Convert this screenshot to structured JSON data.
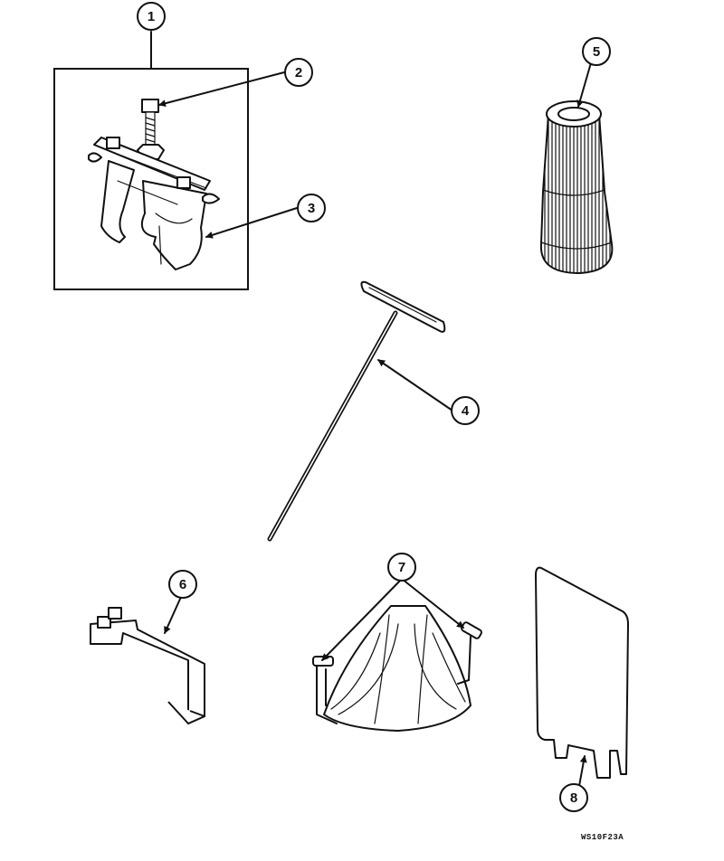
{
  "callouts": [
    {
      "id": "c1",
      "label": "1"
    },
    {
      "id": "c2",
      "label": "2"
    },
    {
      "id": "c3",
      "label": "3"
    },
    {
      "id": "c4",
      "label": "4"
    },
    {
      "id": "c5",
      "label": "5"
    },
    {
      "id": "c6",
      "label": "6"
    },
    {
      "id": "c7",
      "label": "7"
    },
    {
      "id": "c8",
      "label": "8"
    }
  ],
  "reference_code": "WS10F23A"
}
